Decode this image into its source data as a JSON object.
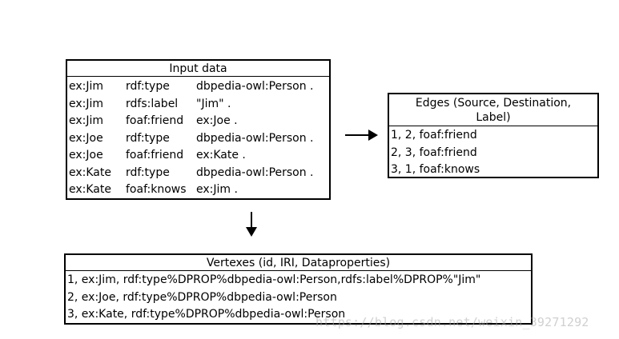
{
  "input_data": {
    "title": "Input data",
    "triples": [
      {
        "s": "ex:Jim",
        "p": "rdf:type",
        "o": "dbpedia-owl:Person ."
      },
      {
        "s": "ex:Jim",
        "p": "rdfs:label",
        "o": "\"Jim\" ."
      },
      {
        "s": "ex:Jim",
        "p": "foaf:friend",
        "o": "ex:Joe ."
      },
      {
        "s": "ex:Joe",
        "p": "rdf:type",
        "o": "dbpedia-owl:Person ."
      },
      {
        "s": "ex:Joe",
        "p": "foaf:friend",
        "o": "ex:Kate ."
      },
      {
        "s": "ex:Kate",
        "p": "rdf:type",
        "o": "dbpedia-owl:Person ."
      },
      {
        "s": "ex:Kate",
        "p": "foaf:knows",
        "o": "ex:Jim ."
      }
    ]
  },
  "edges": {
    "title": "Edges (Source, Destination, Label)",
    "rows": [
      "1, 2, foaf:friend",
      "2, 3, foaf:friend",
      "3, 1, foaf:knows"
    ]
  },
  "vertexes": {
    "title": "Vertexes (id, IRI, Dataproperties)",
    "rows": [
      "1, ex:Jim, rdf:type%DPROP%dbpedia-owl:Person,rdfs:label%DPROP%\"Jim\"",
      "2, ex:Joe, rdf:type%DPROP%dbpedia-owl:Person",
      "3, ex:Kate, rdf:type%DPROP%dbpedia-owl:Person"
    ]
  },
  "watermark": "https://blog.csdn.net/weixin_39271292"
}
